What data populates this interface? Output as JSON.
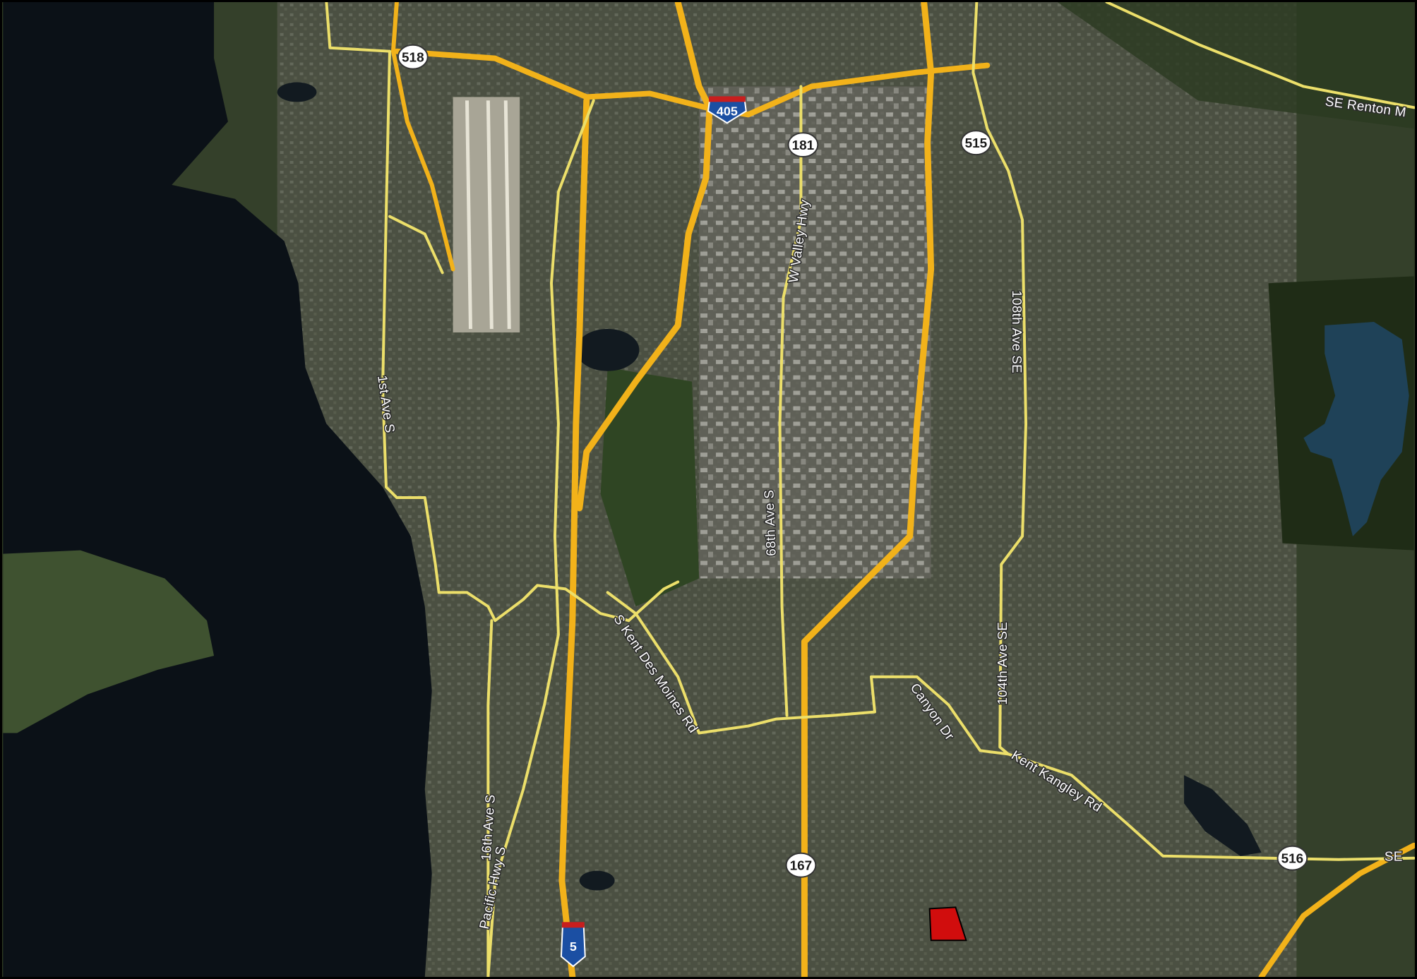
{
  "map": {
    "colors": {
      "water": "#0b1117",
      "land": "#34402a",
      "urban": "#6e6c65",
      "highway": "#f2b21a",
      "arterial": "#ecdf6a",
      "site": "#d10d0d"
    },
    "shields": {
      "sr518": "518",
      "i405": "405",
      "sr181": "181",
      "sr515": "515",
      "sr167": "167",
      "sr516": "516",
      "i5": "5"
    },
    "labels": {
      "se_renton": "SE Renton M",
      "w_valley_hwy": "W Valley Hwy",
      "ave_108th": "108th Ave SE",
      "ave_1st": "1st Ave S",
      "ave_68th": "68th Ave S",
      "kent_des_moines": "S Kent Des Moines Rd",
      "ave_104th": "104th Ave SE",
      "canyon_dr": "Canyon Dr",
      "kent_kangley": "Kent Kangley Rd",
      "ave_16th": "16th Ave S",
      "pacific_hwy": "Pacific Hwy S",
      "se_edge": "SE"
    },
    "site_marker": "site-parcel"
  }
}
